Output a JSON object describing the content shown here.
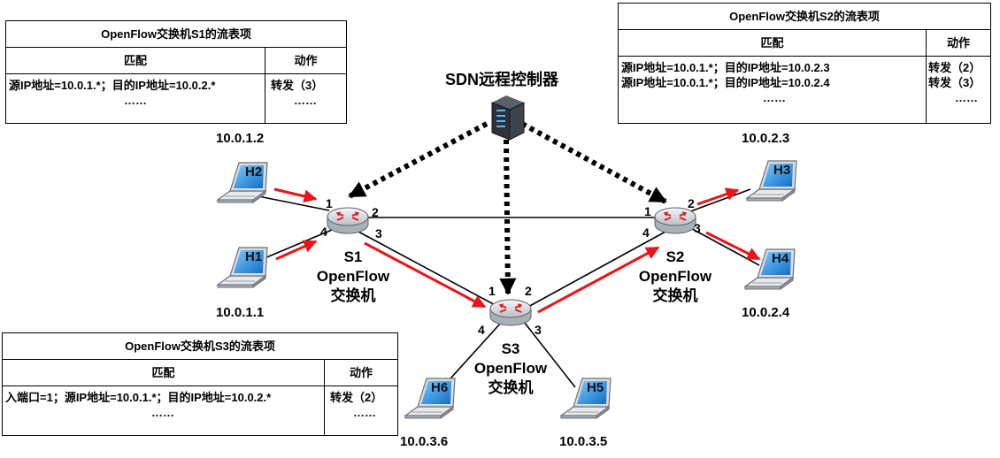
{
  "controller": {
    "label": "SDN远程控制器"
  },
  "tables": {
    "s1": {
      "title": "OpenFlow交换机S1的流表项",
      "match_header": "匹配",
      "action_header": "动作",
      "rows": [
        {
          "match": "源IP地址=10.0.1.*；目的IP地址=10.0.2.*",
          "action": "转发（3）"
        }
      ],
      "ellipsis": "……"
    },
    "s2": {
      "title": "OpenFlow交换机S2的流表项",
      "match_header": "匹配",
      "action_header": "动作",
      "rows": [
        {
          "match": "源IP地址=10.0.1.*；目的IP地址=10.0.2.3",
          "action": "转发（2）"
        },
        {
          "match": "源IP地址=10.0.1.*；目的IP地址=10.0.2.4",
          "action": "转发（3）"
        }
      ],
      "ellipsis": "……"
    },
    "s3": {
      "title": "OpenFlow交换机S3的流表项",
      "match_header": "匹配",
      "action_header": "动作",
      "rows": [
        {
          "match": "入端口=1；源IP地址=10.0.1.*；目的IP地址=10.0.2.*",
          "action": "转发（2）"
        }
      ],
      "ellipsis": "……"
    }
  },
  "switches": {
    "s1": {
      "name": "S1",
      "line1": "OpenFlow",
      "line2": "交换机",
      "ports": [
        "1",
        "2",
        "3",
        "4"
      ]
    },
    "s2": {
      "name": "S2",
      "line1": "OpenFlow",
      "line2": "交换机",
      "ports": [
        "1",
        "2",
        "3",
        "4"
      ]
    },
    "s3": {
      "name": "S3",
      "line1": "OpenFlow",
      "line2": "交换机",
      "ports": [
        "1",
        "2",
        "3",
        "4"
      ]
    }
  },
  "hosts": {
    "h1": {
      "name": "H1",
      "ip": "10.0.1.1"
    },
    "h2": {
      "name": "H2",
      "ip": "10.0.1.2"
    },
    "h3": {
      "name": "H3",
      "ip": "10.0.2.3"
    },
    "h4": {
      "name": "H4",
      "ip": "10.0.2.4"
    },
    "h5": {
      "name": "H5",
      "ip": "10.0.3.5"
    },
    "h6": {
      "name": "H6",
      "ip": "10.0.3.6"
    }
  },
  "colors": {
    "flow_arrow": "#e8151b",
    "control_link": "#000000",
    "screen": "#1f8fe0",
    "router": "#e3e6ea"
  }
}
